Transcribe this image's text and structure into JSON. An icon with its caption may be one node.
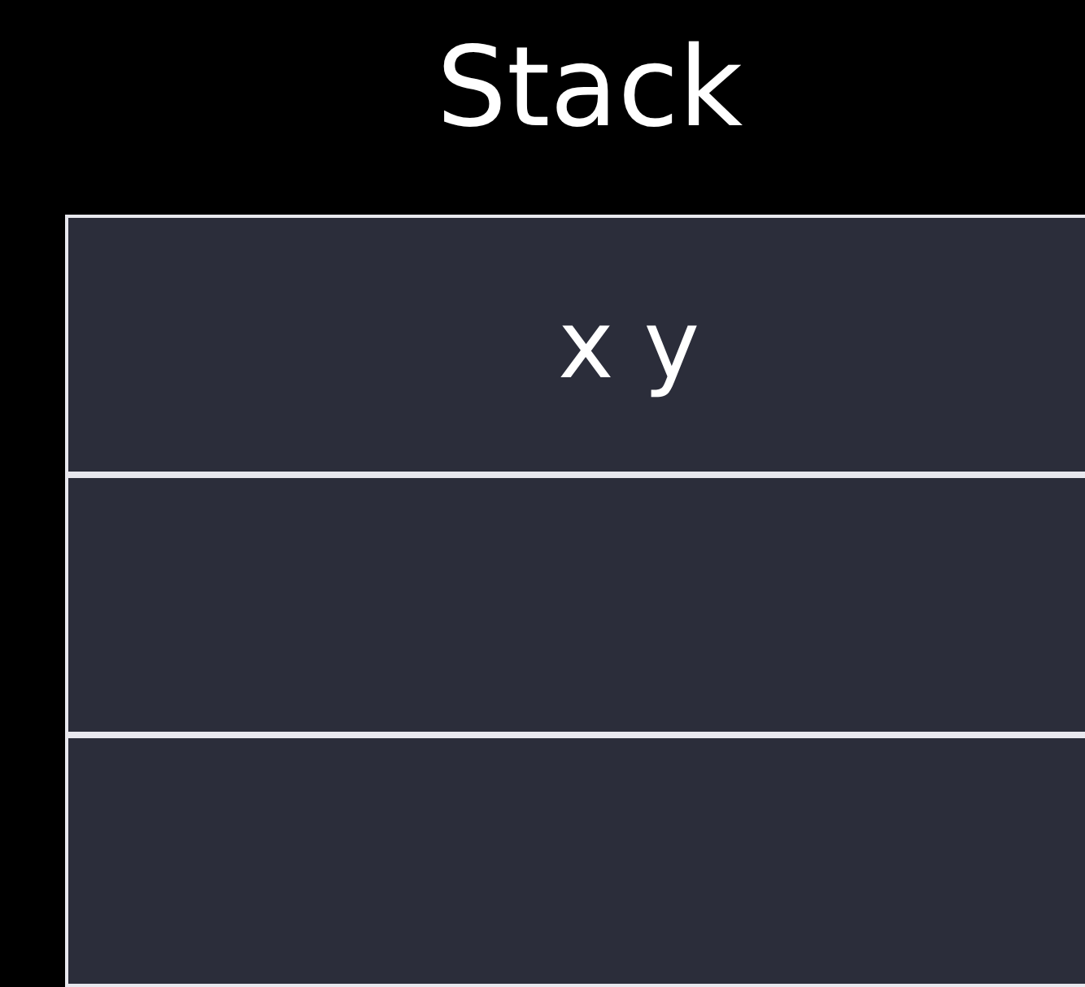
{
  "diagram": {
    "title": "Stack",
    "nodes": [
      {
        "text": [
          "x y"
        ]
      },
      {
        "text": [],
        "shape": "box"
      },
      {
        "text": [],
        "shape": "box"
      }
    ]
  }
}
